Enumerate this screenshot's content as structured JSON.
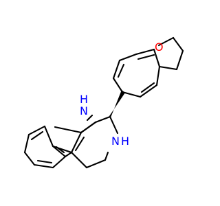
{
  "molecule": {
    "atoms": {
      "oxygen": "O",
      "indole_nh": "N",
      "indole_h": "H",
      "amine_n": "N",
      "amine_h": "H"
    },
    "colors": {
      "bond": "#000000",
      "oxygen": "#ff0000",
      "nitrogen": "#0000ff"
    }
  }
}
